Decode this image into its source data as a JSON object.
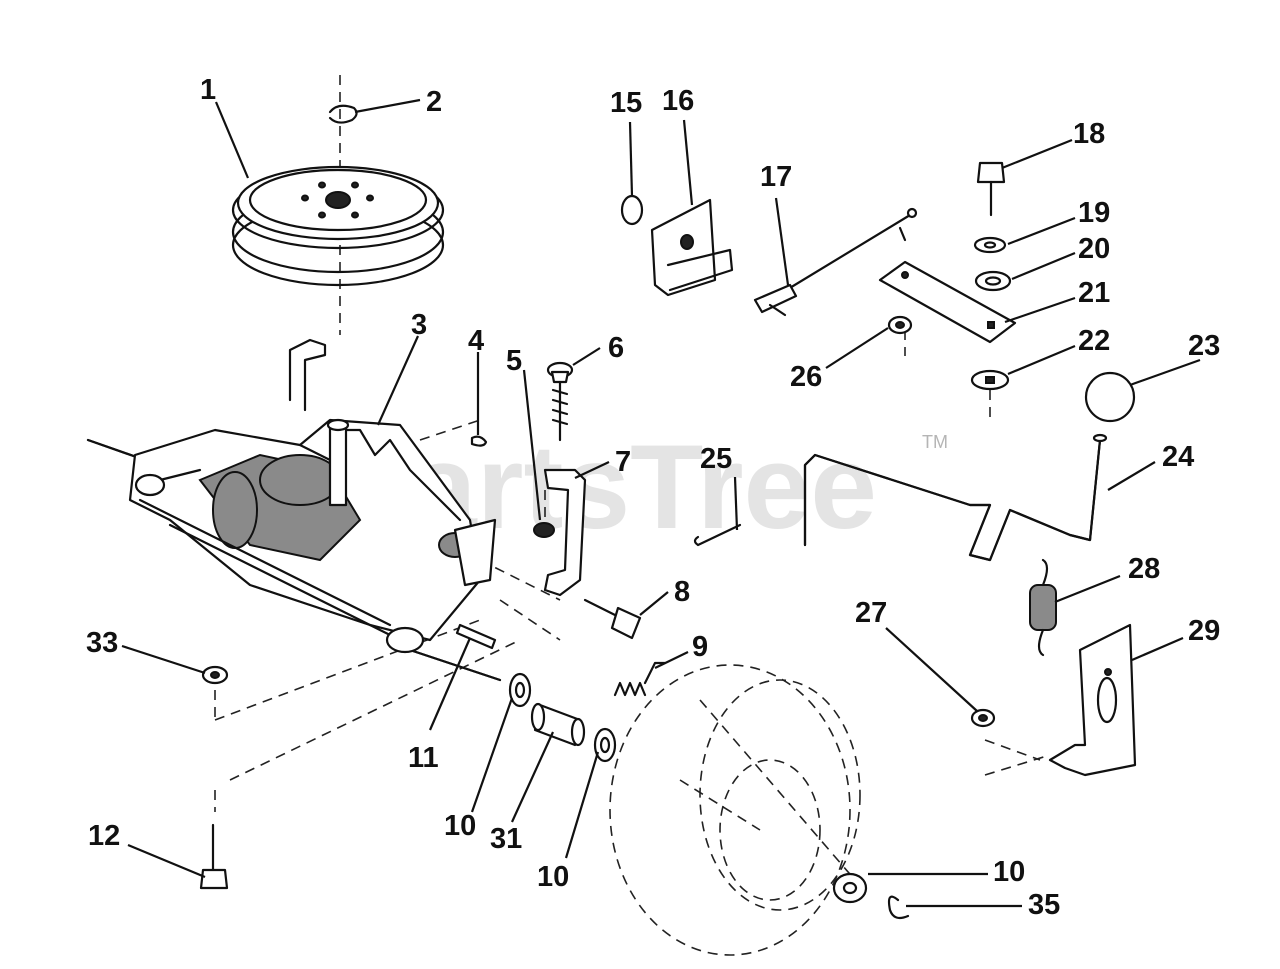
{
  "watermark": {
    "text": "PartsTree",
    "trademark": "TM"
  },
  "callouts": [
    {
      "id": "c1",
      "label": "1"
    },
    {
      "id": "c2",
      "label": "2"
    },
    {
      "id": "c3",
      "label": "3"
    },
    {
      "id": "c4",
      "label": "4"
    },
    {
      "id": "c5",
      "label": "5"
    },
    {
      "id": "c6",
      "label": "6"
    },
    {
      "id": "c7",
      "label": "7"
    },
    {
      "id": "c8",
      "label": "8"
    },
    {
      "id": "c9",
      "label": "9"
    },
    {
      "id": "c10a",
      "label": "10"
    },
    {
      "id": "c10b",
      "label": "10"
    },
    {
      "id": "c10c",
      "label": "10"
    },
    {
      "id": "c11",
      "label": "11"
    },
    {
      "id": "c12",
      "label": "12"
    },
    {
      "id": "c15",
      "label": "15"
    },
    {
      "id": "c16",
      "label": "16"
    },
    {
      "id": "c17",
      "label": "17"
    },
    {
      "id": "c18",
      "label": "18"
    },
    {
      "id": "c19",
      "label": "19"
    },
    {
      "id": "c20",
      "label": "20"
    },
    {
      "id": "c21",
      "label": "21"
    },
    {
      "id": "c22",
      "label": "22"
    },
    {
      "id": "c23",
      "label": "23"
    },
    {
      "id": "c24",
      "label": "24"
    },
    {
      "id": "c25",
      "label": "25"
    },
    {
      "id": "c26",
      "label": "26"
    },
    {
      "id": "c27",
      "label": "27"
    },
    {
      "id": "c28",
      "label": "28"
    },
    {
      "id": "c29",
      "label": "29"
    },
    {
      "id": "c31",
      "label": "31"
    },
    {
      "id": "c33",
      "label": "33"
    },
    {
      "id": "c35",
      "label": "35"
    }
  ]
}
